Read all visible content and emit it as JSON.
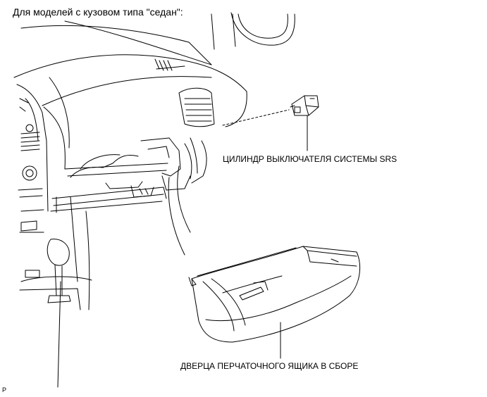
{
  "caption": "Для моделей с кузовом типа \"седан\":",
  "callouts": {
    "switch_cylinder": "ЦИЛИНДР ВЫКЛЮЧАТЕЛЯ СИСТЕМЫ SRS",
    "glove_box_door": "ДВЕРЦА ПЕРЧАТОЧНОГО ЯЩИКА В СБОРЕ"
  },
  "figure_code": "P",
  "colors": {
    "line": "#000000",
    "background": "#ffffff"
  }
}
